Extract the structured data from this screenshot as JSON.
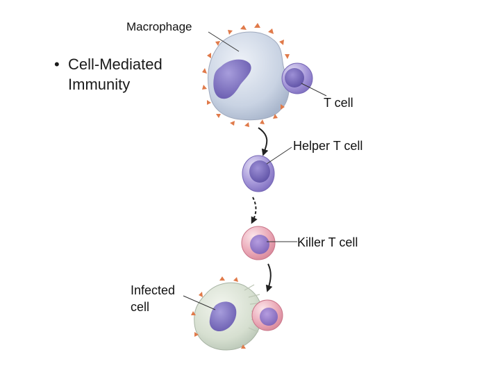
{
  "bullet": {
    "symbol": "•",
    "line1": "Cell-Mediated",
    "line2": "Immunity"
  },
  "labels": {
    "macrophage": "Macrophage",
    "t_cell": "T cell",
    "helper_t_cell": "Helper T cell",
    "killer_t_cell": "Killer T cell",
    "infected_line1": "Infected",
    "infected_line2": "cell"
  },
  "colors": {
    "macrophage_body": "#c9d3e3",
    "antigen": "#e07a4a",
    "t_cell": "#8f7fcb",
    "t_cell_nucleus": "#6c5fb0",
    "killer_cell": "#e8a3b3",
    "killer_nucleus": "#9c7cc6",
    "infected_body": "#d6dfd0",
    "nucleus": "#8276c4"
  }
}
